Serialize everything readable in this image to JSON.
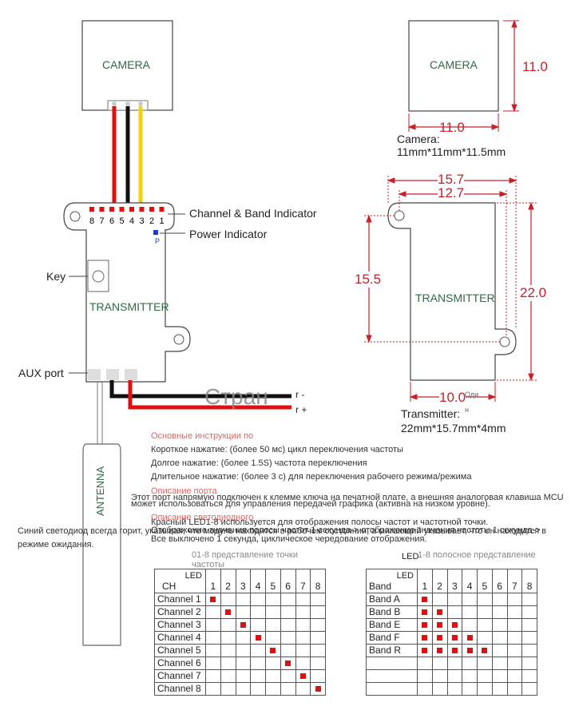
{
  "left_diagram": {
    "camera_label": "CAMERA",
    "transmitter_label": "TRANSMITTER",
    "antenna_label": "ANTENNA",
    "led_numbers": [
      "8",
      "7",
      "6",
      "5",
      "4",
      "3",
      "2",
      "1"
    ],
    "power_led_letter": "P",
    "channel_band_indicator": "Channel & Band Indicator",
    "power_indicator": "Power Indicator",
    "key_label": "Key",
    "aux_port_label": "AUX port",
    "overlay_word": "Стран",
    "wire_label_minus": "r -",
    "wire_label_plus": "r +"
  },
  "right_diagram": {
    "camera_label": "CAMERA",
    "camera_height": "11.0",
    "camera_width": "11.0",
    "camera_size_title": "Camera:",
    "camera_size": "11mm*11mm*11.5mm",
    "transmitter_label": "TRANSMITTER",
    "dim_15_7": "15.7",
    "dim_12_7": "12.7",
    "dim_15_5": "15.5",
    "dim_22_0": "22.0",
    "dim_10_0": "10.0",
    "dim_10_suffix": "Оди",
    "transmitter_size_title": "Transmitter:",
    "transmitter_size_suffix": "н",
    "transmitter_size": "22mm*15.7mm*4mm"
  },
  "instructions": {
    "heading_basic": "Основные инструкции по",
    "line1": "Короткое нажатие: (более 50 мс) цикл переключения частоты",
    "line2": "Долгое нажатие: (более 1.5S) частота переключения",
    "line3": "Длительное нажатие: (более 3 с) для переключения рабочего режима/режима",
    "heading_port": "Описание порта",
    "port_line1": "Этот порт напрямую подключен к клемме ключа на печатной плате, а внешняя аналоговая клавиша MCU",
    "port_line2": "может использоваться для управления передачей графика (активна на низком уровне).",
    "heading_led": "Описание светодиодного",
    "blue_led_line1": "Синий светодиод всегда горит, указывая, что модуль находится в рабочем состоянии, а мигающий указывает, что он находится в",
    "blue_led_line2": "режиме ожидания.",
    "red_led_line1": "Красный LED1-8 используется для отображения полосы частот и частотной точки.",
    "red_led_line2": "Отображение значения полосы частот 1 секунда-> отображение значения частоты 1 секунда->",
    "red_led_line3": "Все выключено 1 секунда, циклическое чередование отображения."
  },
  "channel_table": {
    "caption": "01-8 представление точки частоты",
    "led_header": "LED",
    "ch_header": "CH",
    "columns": [
      "1",
      "2",
      "3",
      "4",
      "5",
      "6",
      "7",
      "8"
    ],
    "rows": [
      {
        "label": "Channel 1",
        "lit": [
          1
        ]
      },
      {
        "label": "Channel 2",
        "lit": [
          2
        ]
      },
      {
        "label": "Channel 3",
        "lit": [
          3
        ]
      },
      {
        "label": "Channel 4",
        "lit": [
          4
        ]
      },
      {
        "label": "Channel 5",
        "lit": [
          5
        ]
      },
      {
        "label": "Channel 6",
        "lit": [
          6
        ]
      },
      {
        "label": "Channel 7",
        "lit": [
          7
        ]
      },
      {
        "label": "Channel 8",
        "lit": [
          8
        ]
      }
    ]
  },
  "band_table": {
    "caption_prefix": "LED",
    "caption": "1-8 полосное представление",
    "led_header": "LED",
    "band_header": "Band",
    "columns": [
      "1",
      "2",
      "3",
      "4",
      "5",
      "6",
      "7",
      "8"
    ],
    "rows": [
      {
        "label": "Band A",
        "lit": [
          1
        ]
      },
      {
        "label": "Band B",
        "lit": [
          1,
          2
        ]
      },
      {
        "label": "Band E",
        "lit": [
          1,
          2,
          3
        ]
      },
      {
        "label": "Band F",
        "lit": [
          1,
          2,
          3,
          4
        ]
      },
      {
        "label": "Band R",
        "lit": [
          1,
          2,
          3,
          4,
          5
        ]
      },
      {
        "label": "",
        "lit": []
      },
      {
        "label": "",
        "lit": []
      },
      {
        "label": "",
        "lit": []
      }
    ]
  },
  "colors": {
    "dimension_red": "#c8202a",
    "label_green": "#2e6b45",
    "led_red": "#e01010",
    "led_blue": "#1a3fd0",
    "wire_red": "#e01010",
    "wire_black": "#111111",
    "wire_yellow": "#f2d20a"
  }
}
